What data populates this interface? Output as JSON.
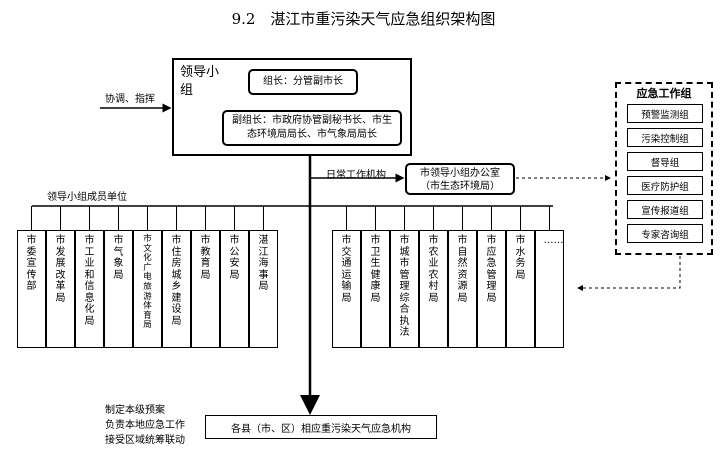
{
  "title": "9.2　湛江市重污染天气应急组织架构图",
  "leading_group": {
    "label": "领导小组",
    "leader": "组长：分管副市长",
    "deputies": "副组长：市政府协管副秘书长、市生态环境局局长、市气象局局长"
  },
  "coordinate_label": "协调、指挥",
  "daily_label": "日常工作机构",
  "office": {
    "line1": "市领导小组办公室",
    "line2": "（市生态环境局）"
  },
  "members_label": "领导小组成员单位",
  "work_group": {
    "title": "应急工作组",
    "items": [
      "预警监测组",
      "污染控制组",
      "督导组",
      "医疗防护组",
      "宣传报道组",
      "专家咨询组"
    ]
  },
  "left_units": [
    "市委宣传部",
    "市发展改革局",
    "市工业和信息化局",
    "市气象局",
    "市文化广电旅游体育局",
    "市住房城乡建设局",
    "市教育局",
    "市公安局",
    "湛江海事局"
  ],
  "right_units": [
    "市交通运输局",
    "市卫生健康局",
    "市城市管理综合执法",
    "市农业农村局",
    "市自然资源局",
    "市应急管理局",
    "市水务局",
    "……"
  ],
  "county_box": "各县（市、区）相应重污染天气应急机构",
  "duties": [
    "制定本级预案",
    "负责本地应急工作",
    "接受区域统筹联动"
  ]
}
